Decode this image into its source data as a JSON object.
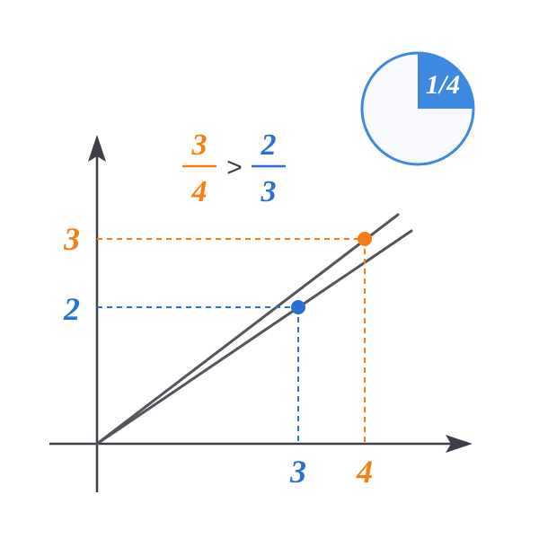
{
  "colors": {
    "orange": "#f77f0f",
    "blue": "#2a6fd2",
    "circle_stroke": "#3d88e0",
    "circle_fill": "#f7f9fc",
    "wedge_fill": "#3d88e0",
    "axis": "#3f3d48",
    "line": "#55535c",
    "text_dark": "#3f3d48"
  },
  "fraction_badge": {
    "label": "1/4",
    "shaded_fraction": 0.25
  },
  "comparison": {
    "left": {
      "numerator": "3",
      "denominator": "4"
    },
    "operator": ">",
    "right": {
      "numerator": "2",
      "denominator": "3"
    }
  },
  "points": [
    {
      "name": "orange",
      "x": 4,
      "y": 3,
      "x_label": "4",
      "y_label": "3"
    },
    {
      "name": "blue",
      "x": 3,
      "y": 2,
      "x_label": "3",
      "y_label": "2"
    }
  ]
}
